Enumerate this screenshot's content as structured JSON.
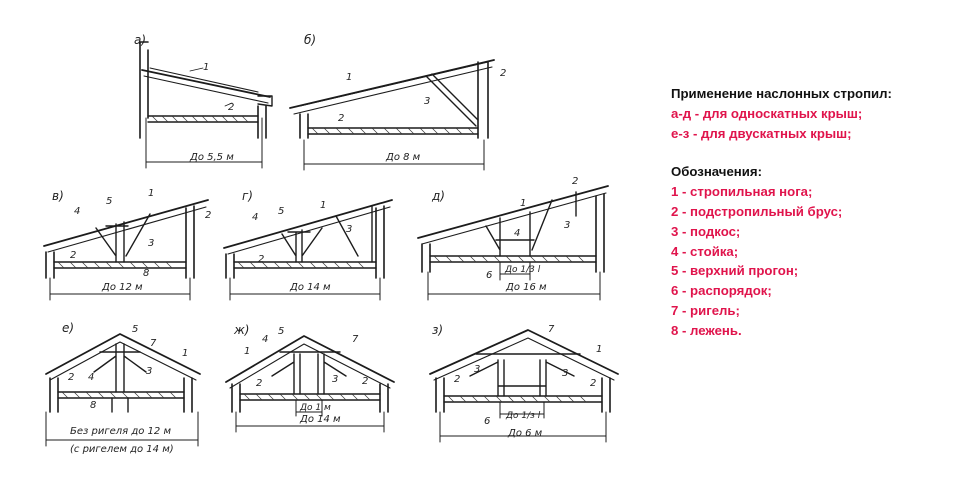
{
  "legend": {
    "heading": "Применение наслонных стропил:",
    "usage": [
      "а-д - для односкатных крыш;",
      "е-з - для двускатных крыш;"
    ],
    "designations_title": "Обозначения:",
    "designations": [
      "1 - стропильная нога;",
      "2 - подстропильный брус;",
      "3 - подкос;",
      "4 - стойка;",
      "5 - верхний прогон;",
      "6 - распорядок;",
      "7 - ригель;",
      "8 - лежень."
    ]
  },
  "figures": {
    "a": {
      "letter": "а)",
      "span": "До 5,5 м",
      "labels": [
        "1",
        "2"
      ]
    },
    "b": {
      "letter": "б)",
      "span": "До 8 м",
      "labels": [
        "1",
        "2",
        "2",
        "3"
      ]
    },
    "c": {
      "letter": "в)",
      "span": "До 12 м",
      "labels": [
        "1",
        "2",
        "2",
        "3",
        "4",
        "5",
        "8"
      ]
    },
    "d": {
      "letter": "г)",
      "span": "До 14 м",
      "labels": [
        "1",
        "2",
        "3",
        "4",
        "5"
      ]
    },
    "e": {
      "letter": "д)",
      "span": "До 16 м",
      "sub": "До 1/3 l",
      "labels": [
        "1",
        "2",
        "3",
        "4",
        "6"
      ]
    },
    "f": {
      "letter": "е)",
      "span": "Без ригеля до 12 м",
      "span2": "(с ригелем до 14 м)",
      "labels": [
        "1",
        "2",
        "3",
        "4",
        "5",
        "7",
        "8"
      ]
    },
    "g": {
      "letter": "ж)",
      "span": "До 14 м",
      "sub": "До 1 м",
      "labels": [
        "1",
        "2",
        "2",
        "3",
        "4",
        "5",
        "7"
      ]
    },
    "h": {
      "letter": "з)",
      "span": "До 6 м",
      "sub": "До 1/з l",
      "labels": [
        "1",
        "2",
        "2",
        "3",
        "3",
        "6",
        "7"
      ]
    }
  }
}
